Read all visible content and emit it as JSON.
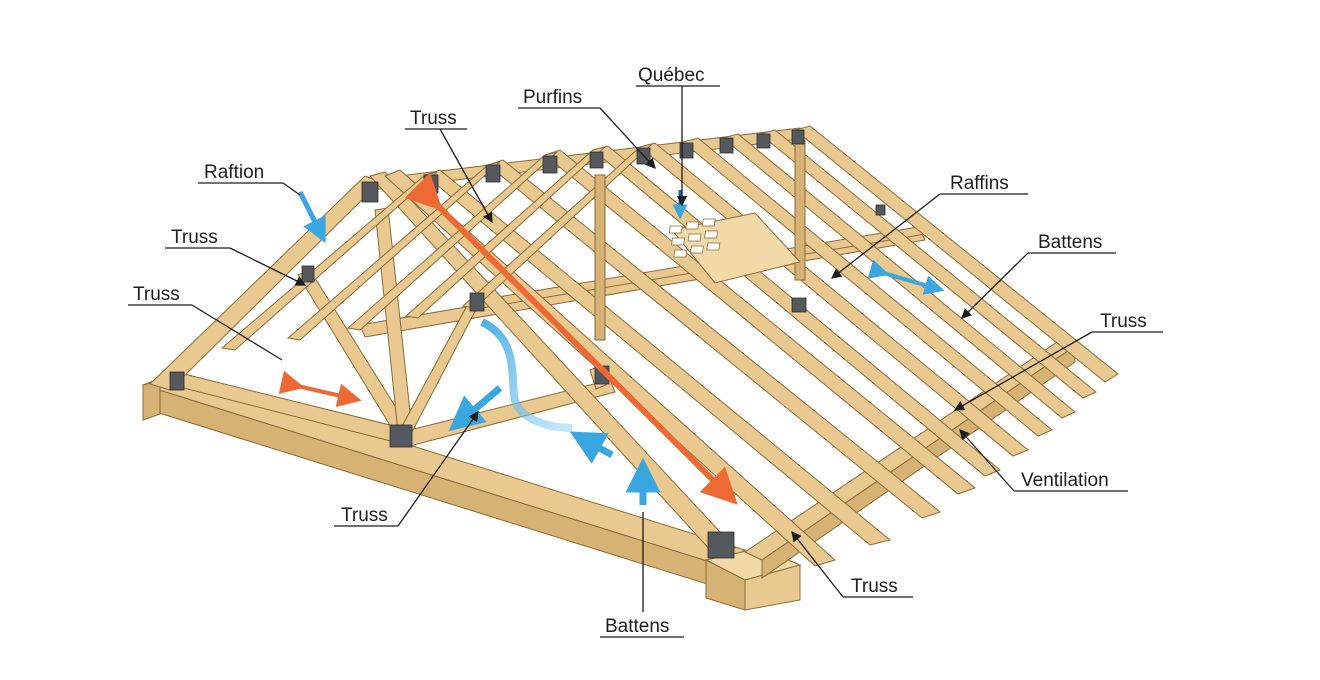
{
  "diagram": {
    "labels": [
      {
        "id": "quebec",
        "text": "Québec"
      },
      {
        "id": "purfins",
        "text": "Purfins"
      },
      {
        "id": "truss-top",
        "text": "Truss"
      },
      {
        "id": "raftion",
        "text": "Raftion"
      },
      {
        "id": "raffins",
        "text": "Raffins"
      },
      {
        "id": "truss-left-1",
        "text": "Truss"
      },
      {
        "id": "battens-right",
        "text": "Battens"
      },
      {
        "id": "truss-left-2",
        "text": "Truss"
      },
      {
        "id": "truss-right",
        "text": "Truss"
      },
      {
        "id": "ventilation",
        "text": "Ventilation"
      },
      {
        "id": "truss-bottom-left",
        "text": "Truss"
      },
      {
        "id": "truss-bottom-right",
        "text": "Truss"
      },
      {
        "id": "battens-bottom",
        "text": "Battens"
      }
    ],
    "colors": {
      "wood": "#e9c98f",
      "wood_dark": "#d7b275",
      "connector_plate": "#55585c",
      "heat_arrow": "#ee6a35",
      "air_arrow": "#3aa7e0"
    }
  }
}
